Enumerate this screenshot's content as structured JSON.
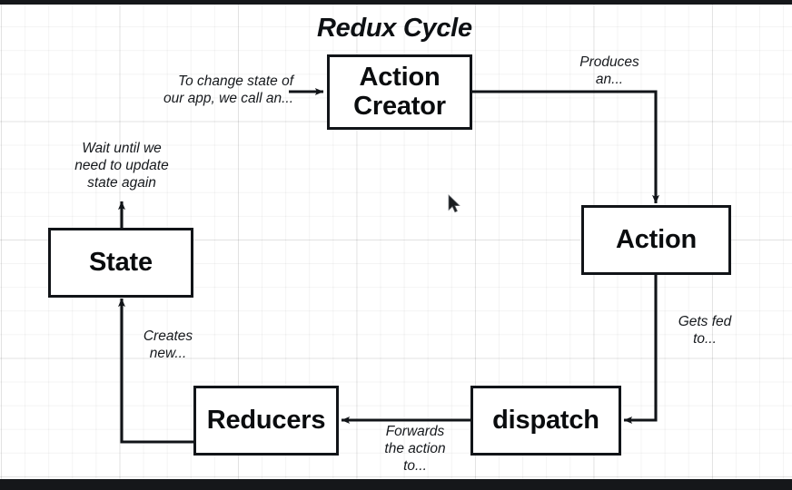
{
  "diagram": {
    "title": "Redux Cycle",
    "type": "flowchart",
    "nodes": [
      {
        "id": "action-creator",
        "label": "Action\nCreator"
      },
      {
        "id": "action",
        "label": "Action"
      },
      {
        "id": "dispatch",
        "label": "dispatch"
      },
      {
        "id": "reducers",
        "label": "Reducers"
      },
      {
        "id": "state",
        "label": "State"
      }
    ],
    "edges": [
      {
        "id": "to-action-creator",
        "from": "",
        "to": "action-creator",
        "label": "To change state of\nour app, we call an..."
      },
      {
        "id": "creator-to-action",
        "from": "action-creator",
        "to": "action",
        "label": "Produces\nan..."
      },
      {
        "id": "action-to-dispatch",
        "from": "action",
        "to": "dispatch",
        "label": "Gets fed\nto..."
      },
      {
        "id": "dispatch-to-reducers",
        "from": "dispatch",
        "to": "reducers",
        "label": "Forwards\nthe action\nto..."
      },
      {
        "id": "reducers-to-state",
        "from": "reducers",
        "to": "state",
        "label": "Creates\nnew..."
      },
      {
        "id": "state-waits",
        "from": "state",
        "to": "",
        "label": "Wait until we\nneed to update\nstate again"
      }
    ],
    "colors": {
      "stroke": "#111418",
      "text": "#0a0c0e",
      "background": "#ffffff",
      "grid": "#f0f0f1",
      "letterbox": "#15171a"
    }
  }
}
